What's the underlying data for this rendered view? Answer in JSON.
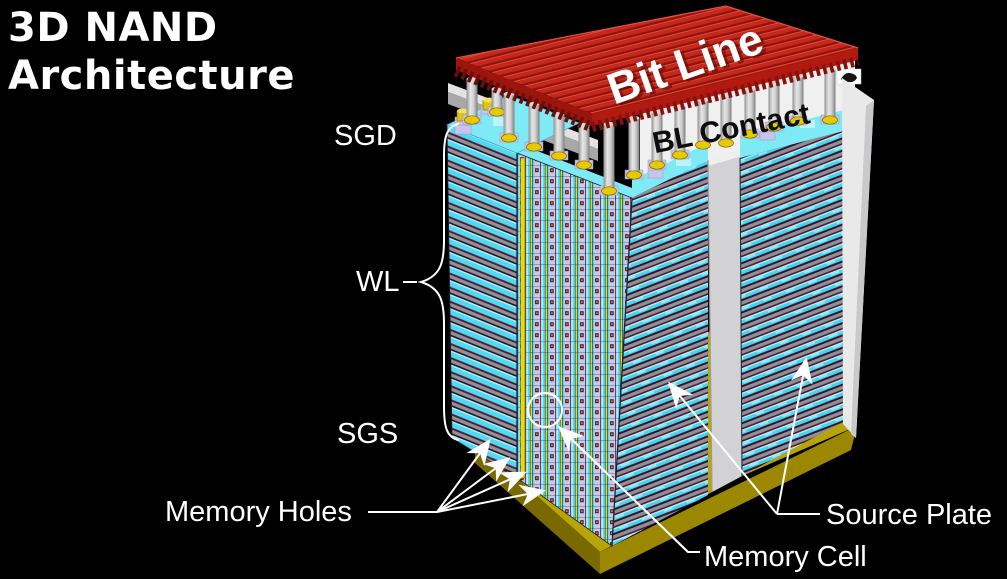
{
  "slide_title": {
    "line1": "3D NAND",
    "line2": "Architecture"
  },
  "labels": {
    "bit_line": "Bit Line",
    "bl_contact": "BL Contact",
    "sgd": "SGD",
    "wl": "WL",
    "sgs": "SGS",
    "memory_holes": "Memory Holes",
    "memory_cell": "Memory Cell",
    "source_plate": "Source Plate"
  },
  "colors": {
    "background": "#000000",
    "bit_line_red": "#c5271c",
    "layer_cyan": "#4fd9f2",
    "layer_gray": "#8e8e98",
    "layer_dark_nitride": "#4a1022",
    "source_plate_yellow": "#b7a406",
    "slit_wall_gray": "#d2d2d4",
    "pillar_gray": "#c6c6c6",
    "contact_collar_yellow": "#e7c900",
    "channel_core_yellow": "#e8dc00",
    "annotation_white": "#ffffff"
  }
}
